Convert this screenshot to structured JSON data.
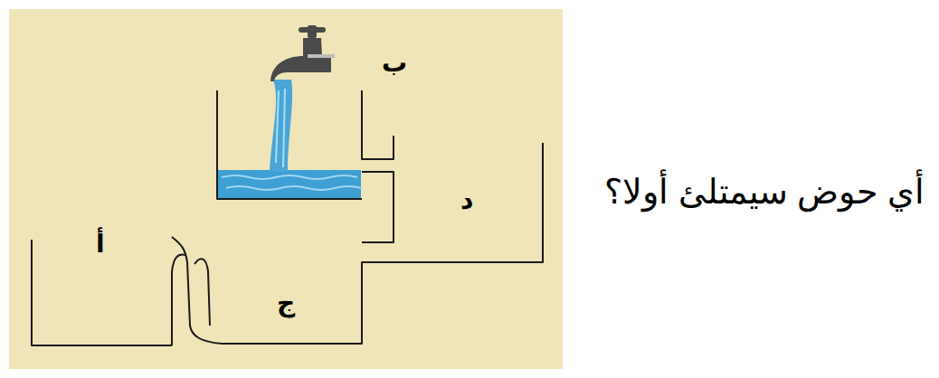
{
  "diagram": {
    "title": "أي حوض سيمتلئ أولا؟",
    "labels": [
      "ب",
      "د",
      "أ",
      "ج"
    ]
  }
}
